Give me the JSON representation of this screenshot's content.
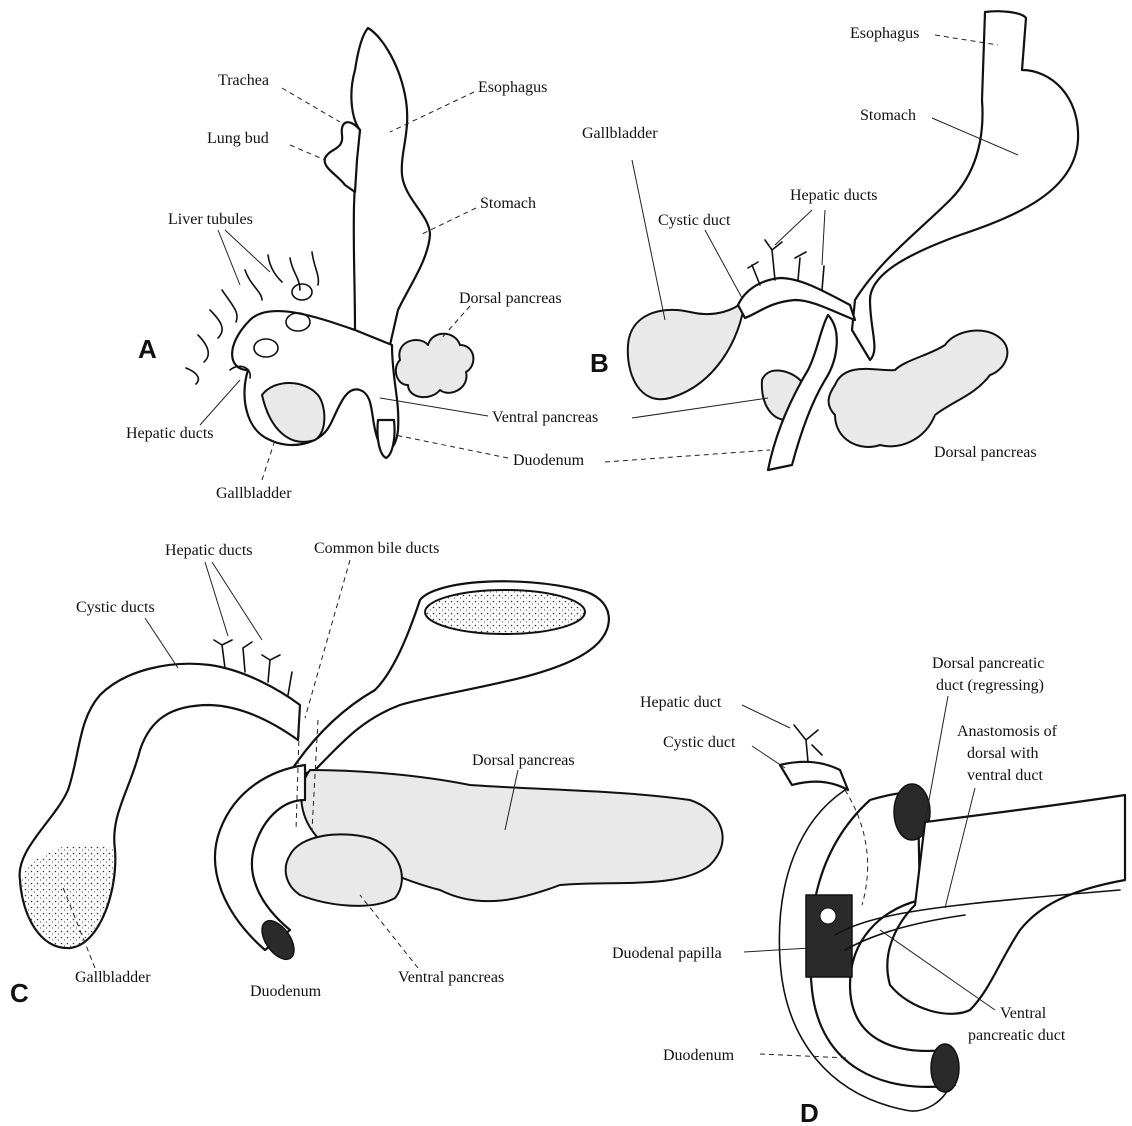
{
  "panels": {
    "a": {
      "letter": "A",
      "labels": {
        "trachea": "Trachea",
        "esophagus": "Esophagus",
        "lung_bud": "Lung bud",
        "stomach": "Stomach",
        "liver_tubules": "Liver tubules",
        "dorsal_pancreas": "Dorsal pancreas",
        "hepatic_ducts": "Hepatic ducts",
        "gallbladder": "Gallbladder"
      }
    },
    "b": {
      "letter": "B",
      "labels": {
        "esophagus": "Esophagus",
        "stomach": "Stomach",
        "gallbladder": "Gallbladder",
        "hepatic_ducts": "Hepatic ducts",
        "cystic_duct": "Cystic duct",
        "dorsal_pancreas": "Dorsal pancreas"
      }
    },
    "shared": {
      "ventral_pancreas": "Ventral pancreas",
      "duodenum": "Duodenum"
    },
    "c": {
      "letter": "C",
      "labels": {
        "hepatic_ducts": "Hepatic ducts",
        "common_bile_ducts": "Common bile ducts",
        "cystic_ducts": "Cystic ducts",
        "dorsal_pancreas": "Dorsal pancreas",
        "gallbladder": "Gallbladder",
        "duodenum": "Duodenum",
        "ventral_pancreas": "Ventral pancreas"
      }
    },
    "d": {
      "letter": "D",
      "labels": {
        "dorsal_pancreatic_duct_line1": "Dorsal pancreatic",
        "dorsal_pancreatic_duct_line2": "duct (regressing)",
        "hepatic_duct": "Hepatic duct",
        "anastomosis_line1": "Anastomosis of",
        "anastomosis_line2": "dorsal with",
        "anastomosis_line3": "ventral duct",
        "cystic_duct": "Cystic duct",
        "duodenal_papilla": "Duodenal papilla",
        "ventral_pancreatic_duct_line1": "Ventral",
        "ventral_pancreatic_duct_line2": "pancreatic duct",
        "duodenum": "Duodenum"
      }
    }
  }
}
